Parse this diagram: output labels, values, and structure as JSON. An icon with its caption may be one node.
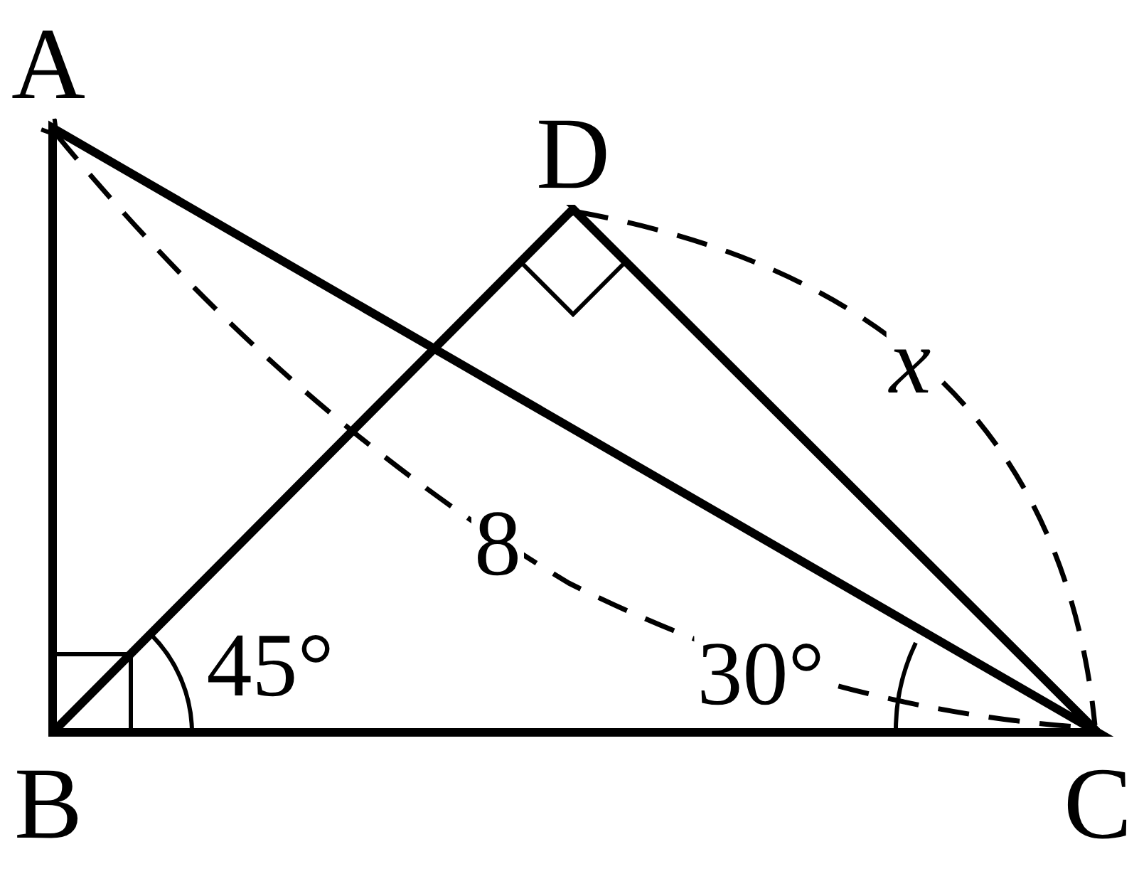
{
  "diagram": {
    "labels": [
      "A",
      "D",
      "x",
      "8",
      "45°",
      "30°",
      "B",
      "C"
    ]
  }
}
